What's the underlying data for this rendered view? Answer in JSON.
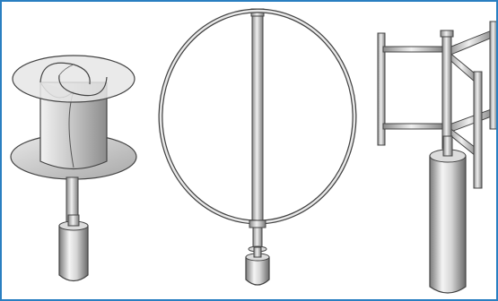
{
  "figure": {
    "frame_color": "#2a7fc1",
    "background": "#ffffff",
    "items": [
      {
        "name": "savonius-turbine"
      },
      {
        "name": "darrieus-turbine"
      },
      {
        "name": "h-rotor-turbine"
      }
    ]
  }
}
